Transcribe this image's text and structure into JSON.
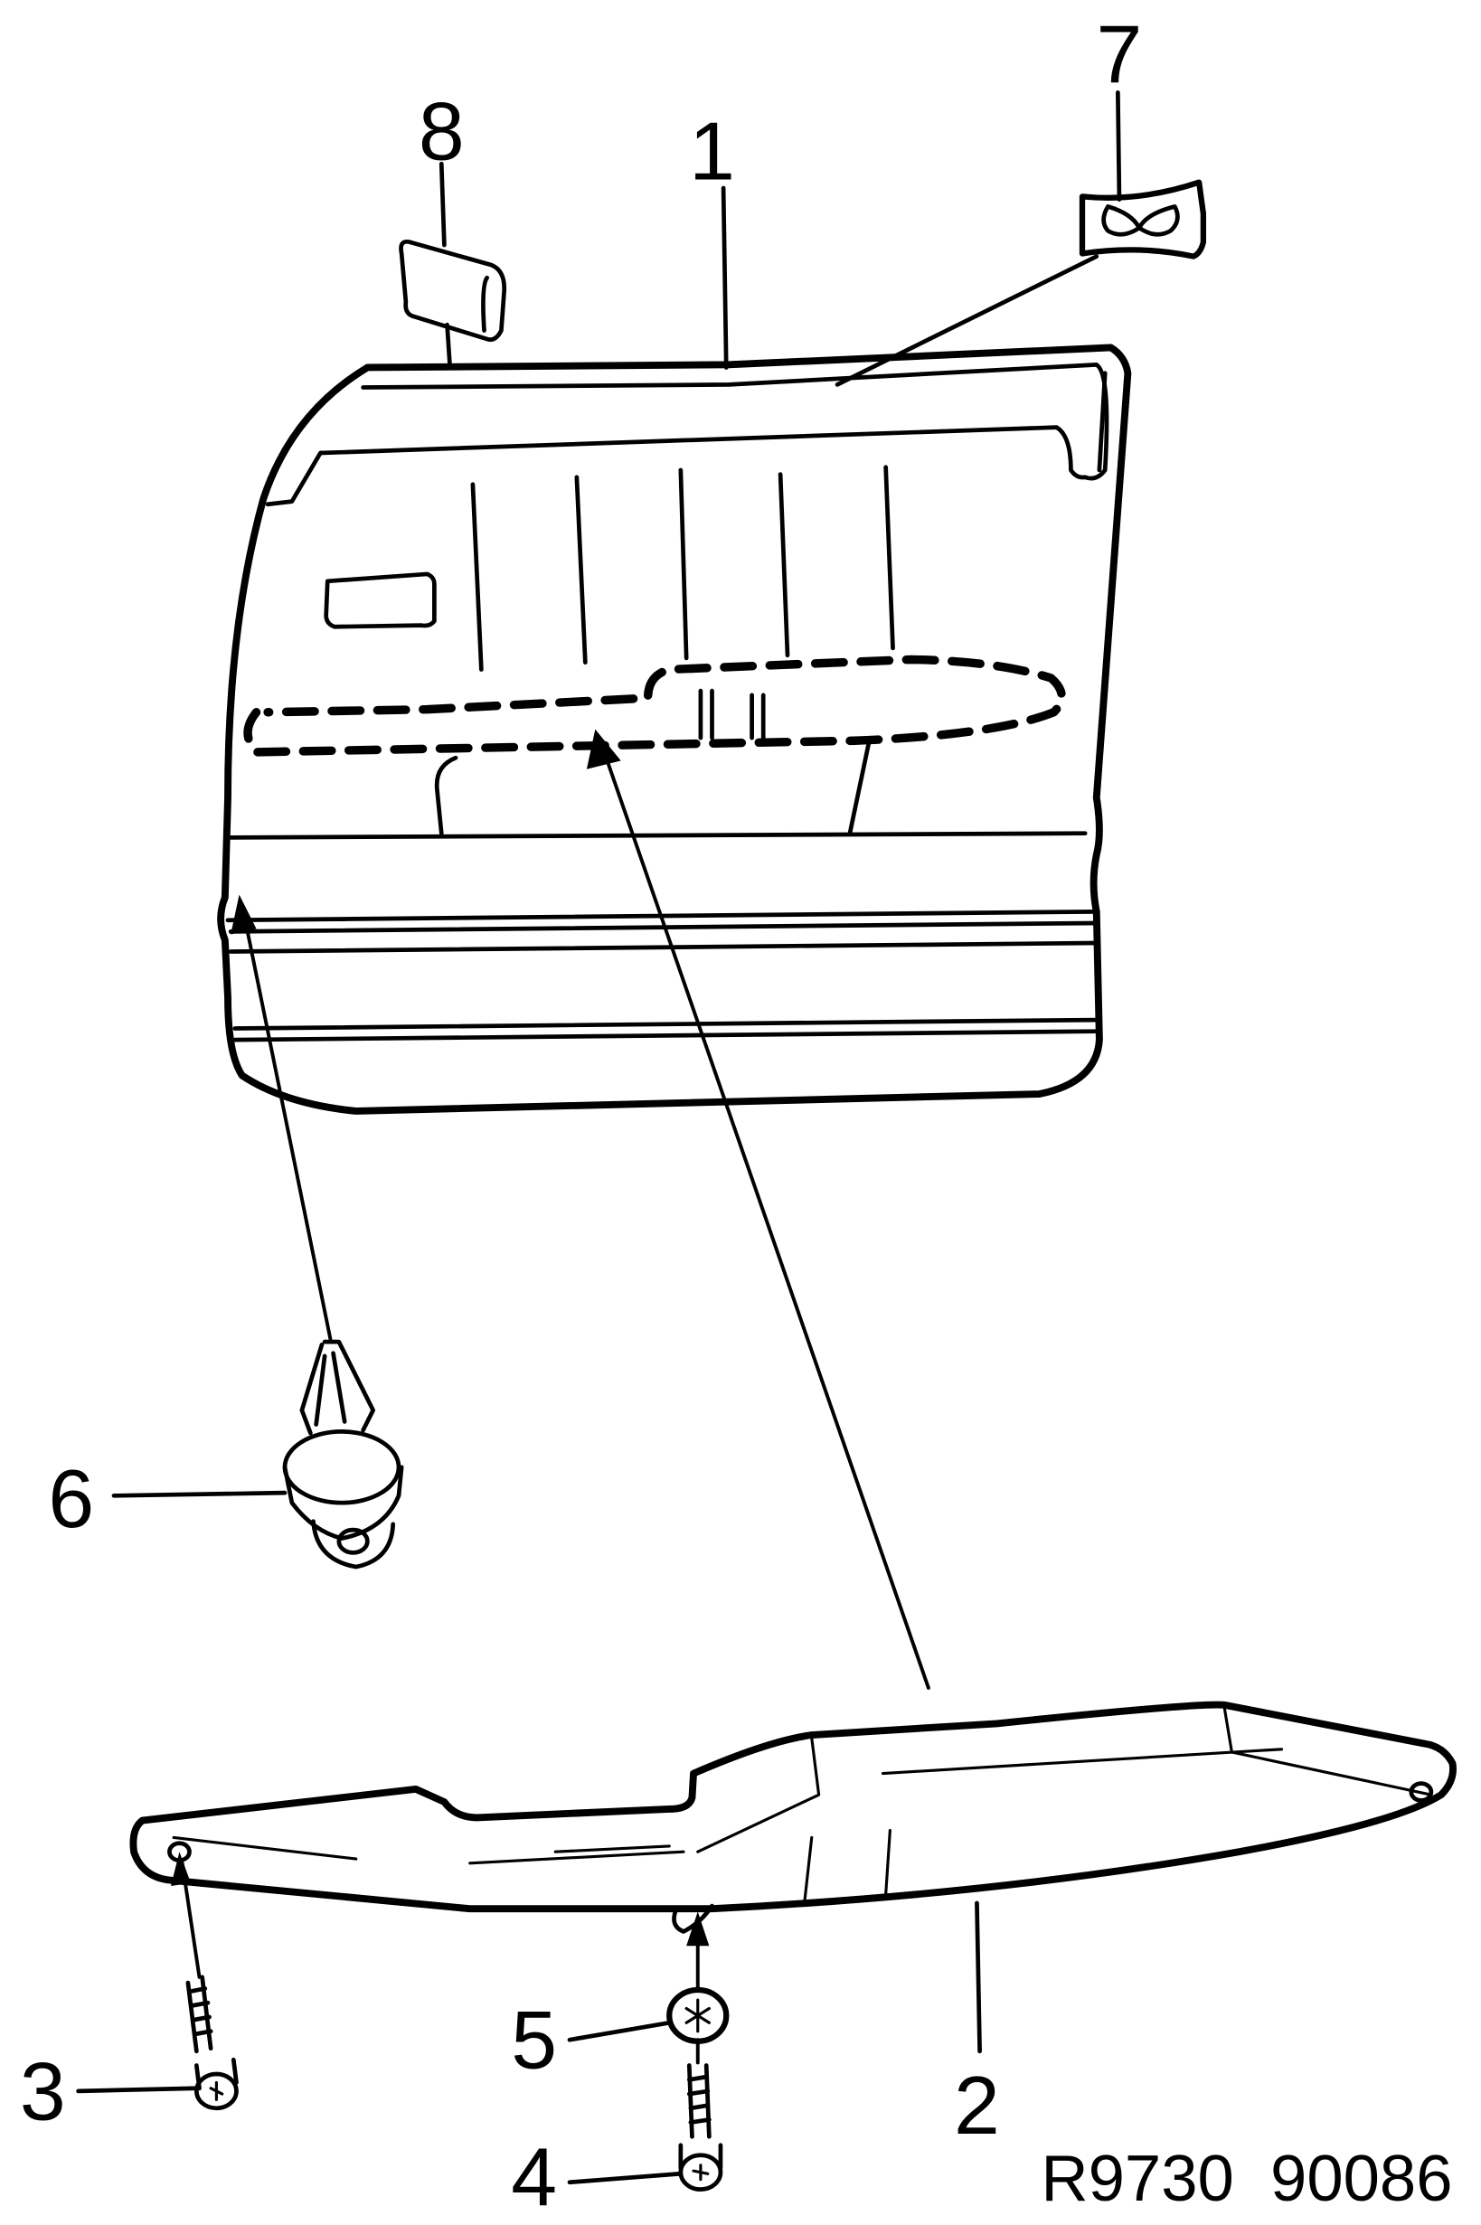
{
  "diagram": {
    "type": "exploded-parts-view",
    "subject": "door trim panel with armrest and fasteners",
    "reference_code": "R9730  90086",
    "colors": {
      "line": "#000000",
      "background": "#ffffff"
    },
    "parts": [
      {
        "id": "1",
        "label": "1",
        "component": "door trim panel"
      },
      {
        "id": "2",
        "label": "2",
        "component": "armrest"
      },
      {
        "id": "3",
        "label": "3",
        "component": "screw (armrest front)"
      },
      {
        "id": "4",
        "label": "4",
        "component": "screw (armrest underside)"
      },
      {
        "id": "5",
        "label": "5",
        "component": "washer"
      },
      {
        "id": "6",
        "label": "6",
        "component": "push-in trim clip"
      },
      {
        "id": "7",
        "label": "7",
        "component": "clip (panel upper rear)"
      },
      {
        "id": "8",
        "label": "8",
        "component": "clip (panel upper front)"
      }
    ]
  }
}
